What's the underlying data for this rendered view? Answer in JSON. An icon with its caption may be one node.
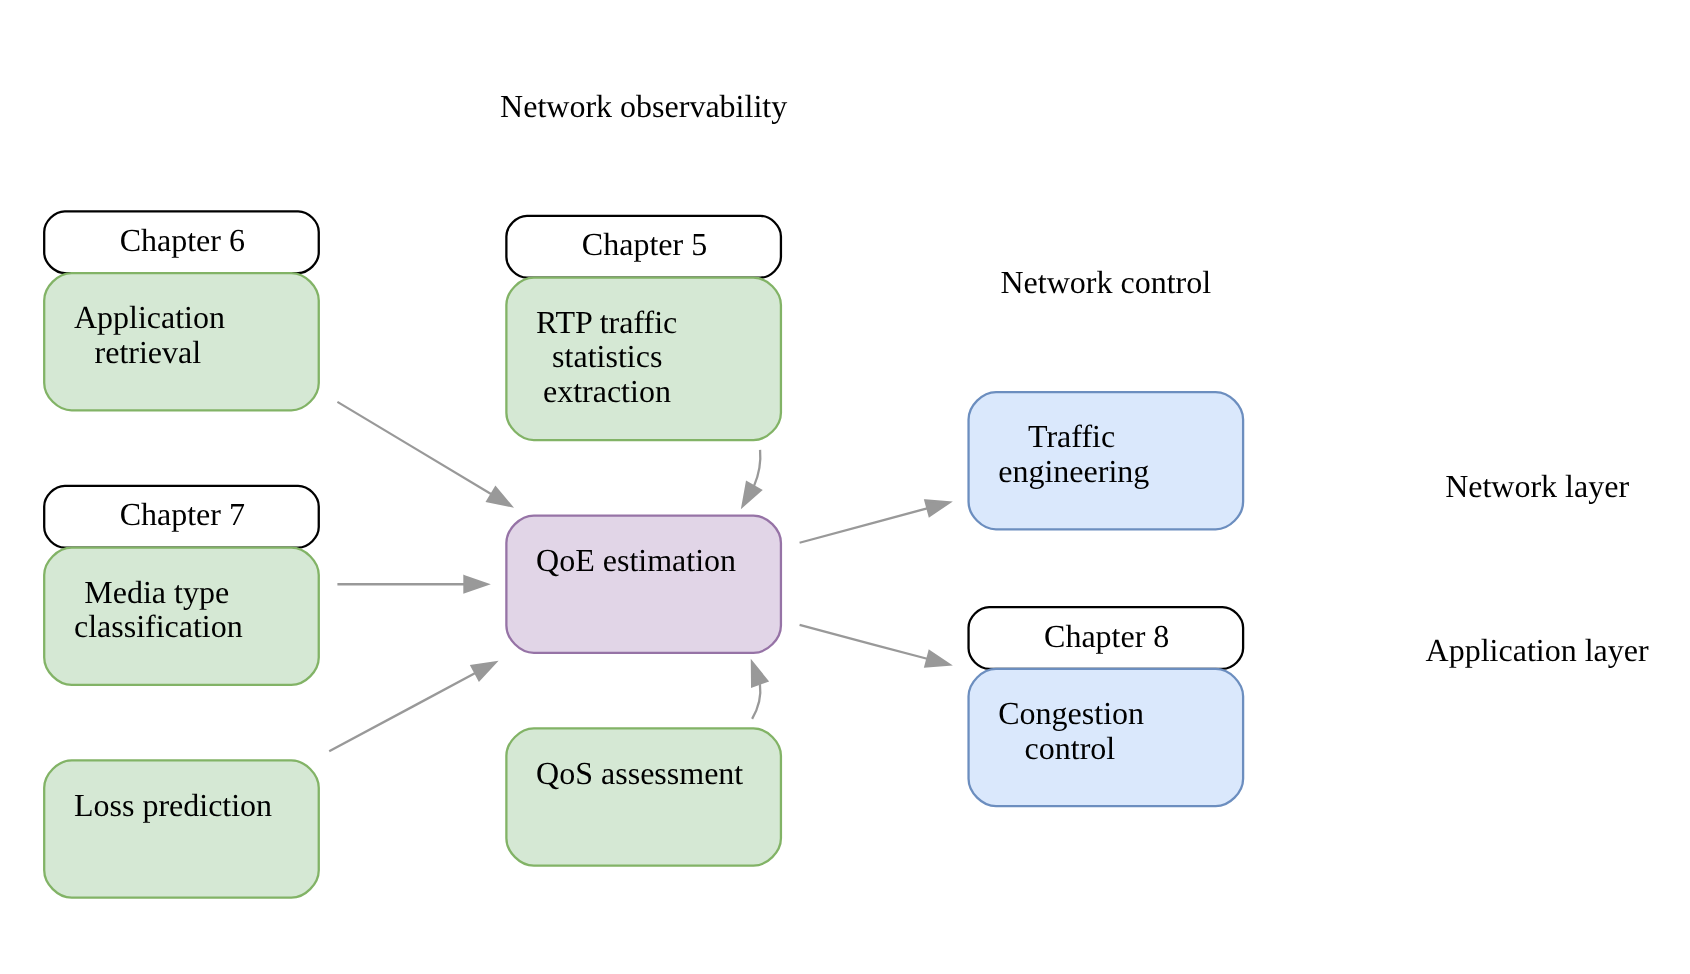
{
  "diagram": {
    "nodes": [
      {
        "text": [
          "Application retrieval"
        ],
        "beside": [
          "Chapter 6"
        ]
      },
      {
        "text": [
          "RTP traffic statistics extraction"
        ],
        "beside": [
          "Chapter 5"
        ]
      },
      {
        "text": [
          "Media type classification"
        ],
        "beside": [
          "Chapter 7"
        ]
      },
      {
        "text": [
          "QoE estimation"
        ]
      },
      {
        "text": [
          "Loss prediction"
        ]
      },
      {
        "text": [
          "QoS assessment"
        ]
      },
      {
        "text": [
          "Traffic engineering"
        ]
      },
      {
        "text": [
          "Congestion control"
        ],
        "beside": [
          "Chapter 8"
        ]
      }
    ],
    "edges": [
      {
        "from": 0,
        "to": 3,
        "arrow": "to"
      },
      {
        "from": 1,
        "to": 3,
        "arrow": "to"
      },
      {
        "from": 2,
        "to": 3,
        "arrow": "to"
      },
      {
        "from": 4,
        "to": 3,
        "arrow": "to"
      },
      {
        "from": 5,
        "to": 3,
        "arrow": "to"
      },
      {
        "from": 3,
        "to": 6,
        "arrow": "to"
      },
      {
        "from": 3,
        "to": 7,
        "arrow": "to"
      }
    ],
    "labels": [
      "Network observability",
      "Network control",
      "Network layer",
      "Application layer"
    ]
  }
}
